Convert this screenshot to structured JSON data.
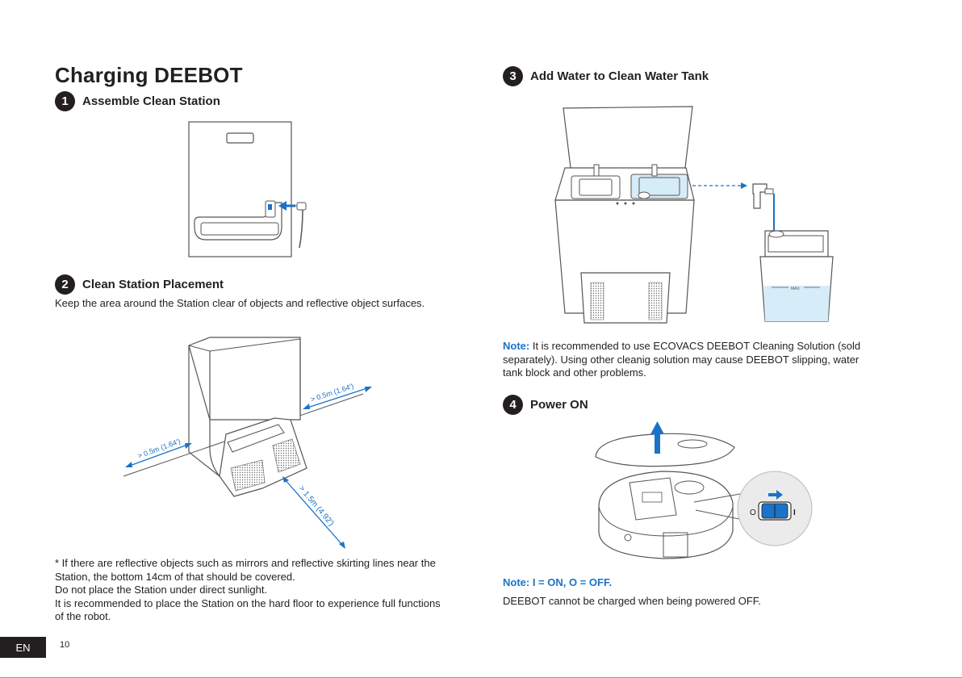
{
  "page": {
    "title": "Charging DEEBOT",
    "lang": "EN",
    "page_number": "10"
  },
  "steps": [
    {
      "number": "1",
      "title": "Assemble Clean Station"
    },
    {
      "number": "2",
      "title": "Clean Station Placement",
      "description": "Keep the area around the Station clear of objects and reflective object surfaces."
    },
    {
      "number": "3",
      "title": "Add Water to Clean Water Tank"
    },
    {
      "number": "4",
      "title": "Power ON"
    }
  ],
  "placement": {
    "dim_left": "> 0.5m (1.64')",
    "dim_right": "> 0.5m (1.64')",
    "dim_front": "> 1.5m (4.92')",
    "footnotes": [
      "* If there are reflective objects such as mirrors and reflective skirting lines near the",
      "Station, the bottom 14cm of that should be covered.",
      "Do not place the Station under direct sunlight.",
      "It is recommended to place the Station on the hard floor to experience full functions",
      "of the robot."
    ]
  },
  "water": {
    "max_label": "MAX",
    "note_label": "Note:",
    "note_lines": [
      " It is recommended to use ECOVACS DEEBOT Cleaning Solution (sold",
      "separately). Using other cleanig solution may cause DEEBOT slipping, water",
      "tank block and other problems."
    ]
  },
  "power": {
    "switch_off": "O",
    "switch_on": "I",
    "note": "Note: I = ON, O = OFF.",
    "description": "DEEBOT cannot be charged when being powered OFF."
  },
  "colors": {
    "accent": "#1a73c8",
    "text": "#231f20",
    "water": "#d6ecf8"
  }
}
